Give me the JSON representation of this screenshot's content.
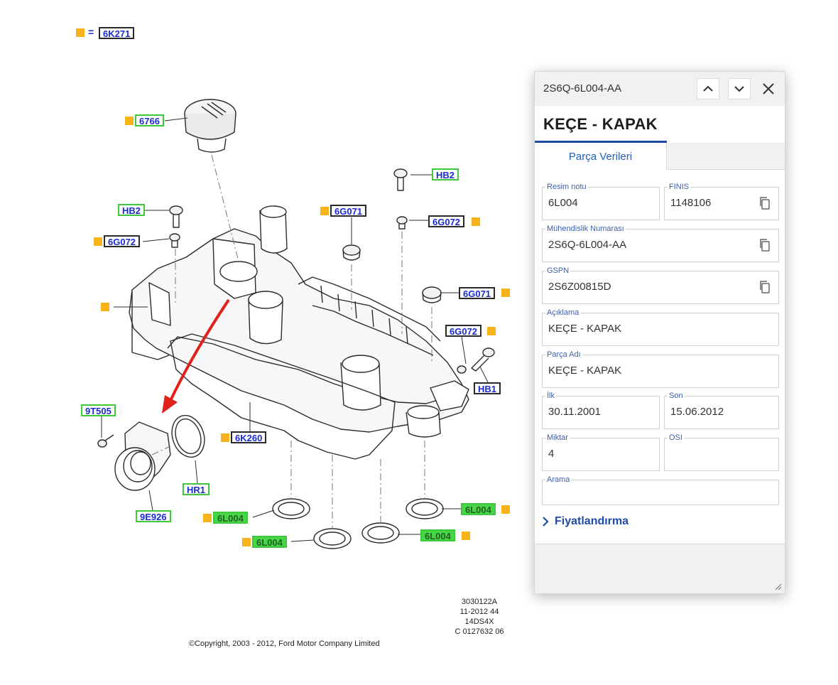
{
  "legend": {
    "eq": "=",
    "code": "6K271"
  },
  "callouts": {
    "c6766": "6766",
    "hb2_left": "HB2",
    "g072_left": "6G072",
    "g071_top": "6G071",
    "hb2_right": "HB2",
    "g072_right": "6G072",
    "g071_right": "6G071",
    "g072_mid": "6G072",
    "hb1": "HB1",
    "t505": "9T505",
    "k260": "6K260",
    "hr1": "HR1",
    "e926": "9E926",
    "l004_a": "6L004",
    "l004_b": "6L004",
    "l004_c": "6L004",
    "l004_d": "6L004"
  },
  "diagram_footer": {
    "lines": [
      "3030122A",
      "11-2012 44",
      "14DS4X",
      "C 0127632 06"
    ],
    "copyright": "©Copyright, 2003 - 2012, Ford Motor Company Limited"
  },
  "colors": {
    "accent_blue": "#1f4aa8",
    "label_blue": "#1a2bd1",
    "callout_green": "#3ec83e",
    "marker_orange": "#f6b41a",
    "highlight_arrow": "#e0201b"
  },
  "panel": {
    "part_code": "2S6Q-6L004-AA",
    "title": "KEÇE - KAPAK",
    "tab_label": "Parça Verileri",
    "fields": {
      "resim_notu": {
        "label": "Resim notu",
        "value": "6L004"
      },
      "finis": {
        "label": "FINIS",
        "value": "1148106"
      },
      "muhendislik": {
        "label": "Mühendislik Numarası",
        "value": "2S6Q-6L004-AA"
      },
      "gspn": {
        "label": "GSPN",
        "value": "2S6Z00815D"
      },
      "aciklama": {
        "label": "Açıklama",
        "value": "KEÇE - KAPAK"
      },
      "parca_adi": {
        "label": "Parça Adı",
        "value": "KEÇE - KAPAK"
      },
      "ilk": {
        "label": "İlk",
        "value": "30.11.2001"
      },
      "son": {
        "label": "Son",
        "value": "15.06.2012"
      },
      "miktar": {
        "label": "Miktar",
        "value": "4"
      },
      "osi": {
        "label": "OSI",
        "value": ""
      },
      "arama": {
        "label": "Arama",
        "value": ""
      }
    },
    "pricing_label": "Fiyatlandırma",
    "icons": {
      "up": "chevron-up-icon",
      "down": "chevron-down-icon",
      "close": "close-icon",
      "copy": "copy-icon",
      "expand": "chevron-right-icon",
      "resize": "resize-grip-icon"
    }
  }
}
